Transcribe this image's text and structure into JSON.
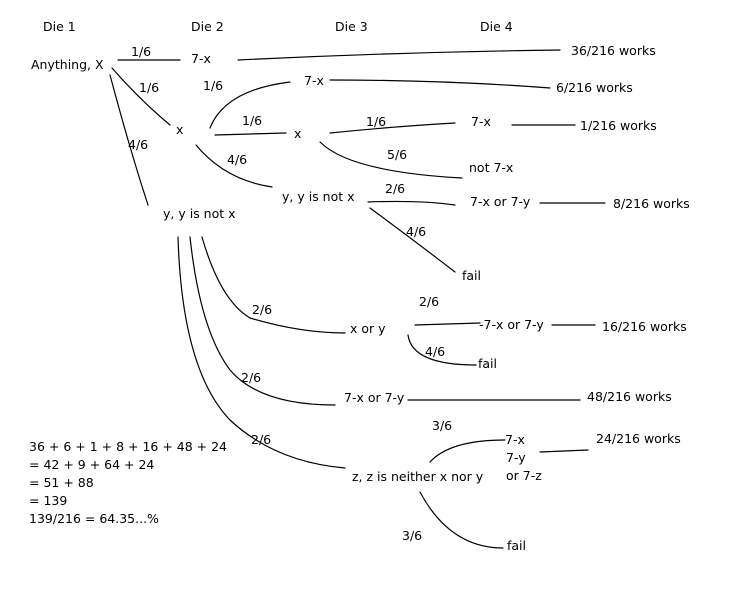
{
  "headers": {
    "die1": "Die 1",
    "die2": "Die 2",
    "die3": "Die 3",
    "die4": "Die 4"
  },
  "nodes": {
    "root": "Anything, X",
    "d2_7x": "7-x",
    "d2_x": "x",
    "d2_y": "y, y is not x",
    "d3_7x": "7-x",
    "d3_x": "x",
    "d3_y": "y, y is not x",
    "d3_xy": "x or y",
    "d3_7x7y": "7-x or 7-y",
    "d3_z": "z, z is neither x nor y",
    "d4_7x": "7-x",
    "d4_not7x": "not 7-x",
    "d4_7x7y_a": "7-x or 7-y",
    "d4_fail_a": "fail",
    "d4_7x7y_b": "-7-x or 7-y",
    "d4_fail_b": "fail",
    "d4_z_7x": "7-x",
    "d4_z_7y": "7-y",
    "d4_z_7z": "or 7-z",
    "d4_fail_c": "fail"
  },
  "probabilities": {
    "root_to_7x": "1/6",
    "root_to_x": "1/6",
    "root_to_y": "4/6",
    "x_to_7x": "1/6",
    "x_to_x": "1/6",
    "x_to_y": "4/6",
    "xx_to_7x": "1/6",
    "xx_to_not7x": "5/6",
    "xy_to_7x7y": "2/6",
    "xy_to_fail": "4/6",
    "y_to_xy": "2/6",
    "y_to_7x7y": "2/6",
    "y_to_z": "2/6",
    "xory_to_7x7y": "2/6",
    "xory_to_fail": "4/6",
    "z_to_win": "3/6",
    "z_to_fail": "3/6"
  },
  "outcomes": {
    "o1": "36/216 works",
    "o2": "6/216 works",
    "o3": "1/216 works",
    "o4": "8/216 works",
    "o5": "16/216 works",
    "o6": "48/216 works",
    "o7": "24/216 works"
  },
  "calculation": [
    "36 + 6 + 1 + 8 + 16 + 48 + 24",
    "= 42 + 9 + 64 + 24",
    "= 51 + 88",
    "= 139",
    "139/216 = 64.35...%"
  ],
  "colors": {
    "ink": "#000000",
    "background": "#ffffff"
  }
}
